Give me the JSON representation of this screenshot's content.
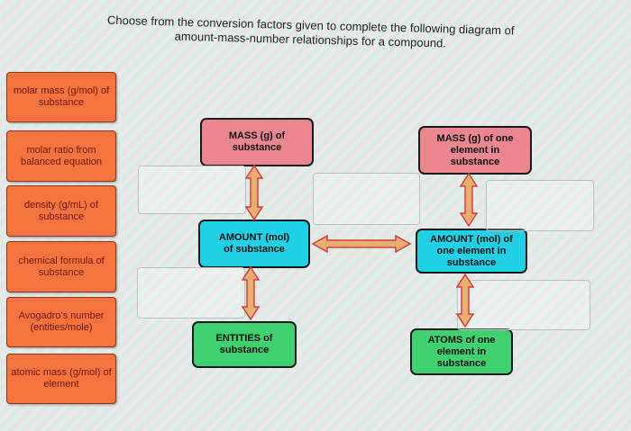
{
  "instruction": {
    "line1": "Choose from the conversion factors given to complete the following diagram of",
    "line2": "amount-mass-number relationships for a compound."
  },
  "factors": [
    {
      "label": "molar mass (g/mol) of substance"
    },
    {
      "label": "molar ratio from balanced equation"
    },
    {
      "label": "density (g/mL) of substance"
    },
    {
      "label": "chemical formula of substance"
    },
    {
      "label": "Avogadro's number (entities/mole)"
    },
    {
      "label": "atomic mass (g/mol) of element"
    }
  ],
  "nodes": {
    "mass_substance": "MASS (g) of substance",
    "mass_element": "MASS (g) of one element in substance",
    "amount_substance": "AMOUNT (mol) of substance",
    "amount_element": "AMOUNT (mol) of one element in substance",
    "entities_substance": "ENTITIES of substance",
    "atoms_element": "ATOMS of one element in substance"
  },
  "colors": {
    "factor": "#f5733f",
    "mass": "#e98690",
    "amount": "#1fd0e6",
    "entities": "#3fd070",
    "arrow_fill": "#e8b070",
    "arrow_stroke": "#d04040"
  }
}
